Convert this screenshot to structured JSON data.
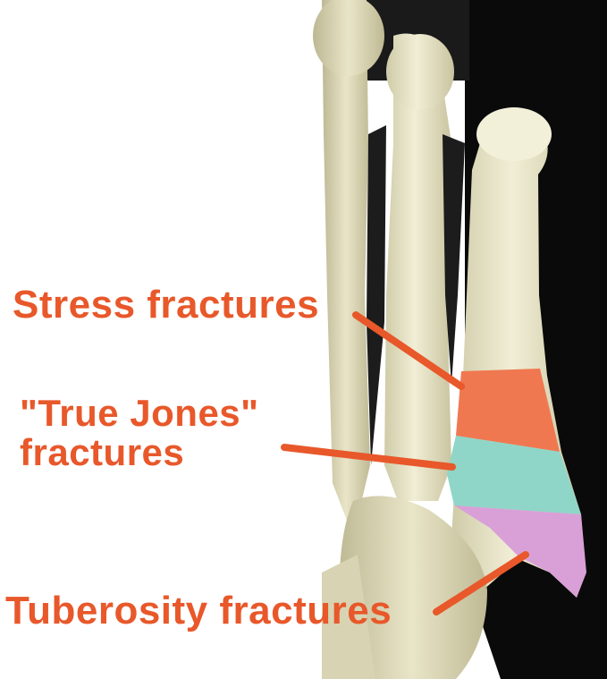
{
  "labels": {
    "stress": "Stress fractures",
    "true_jones_line1": "\"True Jones\"",
    "true_jones_line2": "fractures",
    "tuberosity": "Tuberosity fractures"
  },
  "colors": {
    "label_text": "#e8582a",
    "stress_zone": "#f07850",
    "true_jones_zone": "#8fd6c8",
    "tuberosity_zone": "#d9a0d8",
    "bone": "#ece8c9",
    "background_dark": "#0a0a0a"
  }
}
